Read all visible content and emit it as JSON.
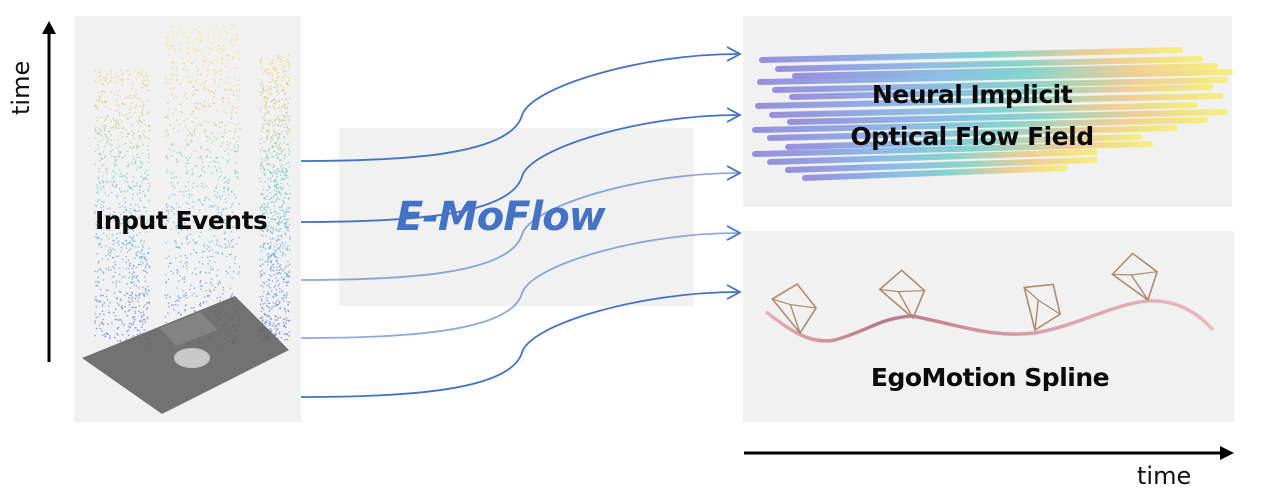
{
  "diagram": {
    "title": "E-MoFlow pipeline",
    "input": {
      "label": "Input Events"
    },
    "method": {
      "label": "E-MoFlow",
      "color": "#4472c4"
    },
    "outputs": [
      {
        "label_line1": "Neural Implicit",
        "label_line2": "Optical Flow Field"
      },
      {
        "label": "EgoMotion Spline"
      }
    ],
    "axes": {
      "vertical_label": "time",
      "horizontal_label": "time"
    },
    "connections": [
      {
        "from": "Input Events",
        "to": "Neural Implicit Optical Flow Field"
      },
      {
        "from": "Input Events",
        "to": "Neural Implicit Optical Flow Field"
      },
      {
        "from": "Input Events",
        "to": "Neural Implicit Optical Flow Field"
      },
      {
        "from": "Input Events",
        "to": "EgoMotion Spline"
      },
      {
        "from": "Input Events",
        "to": "EgoMotion Spline"
      }
    ],
    "colors": {
      "arrow": "#4472c4",
      "spline": "#d9a3ab",
      "camera": "#b08a6e",
      "panel": "#f1f1f1"
    }
  }
}
